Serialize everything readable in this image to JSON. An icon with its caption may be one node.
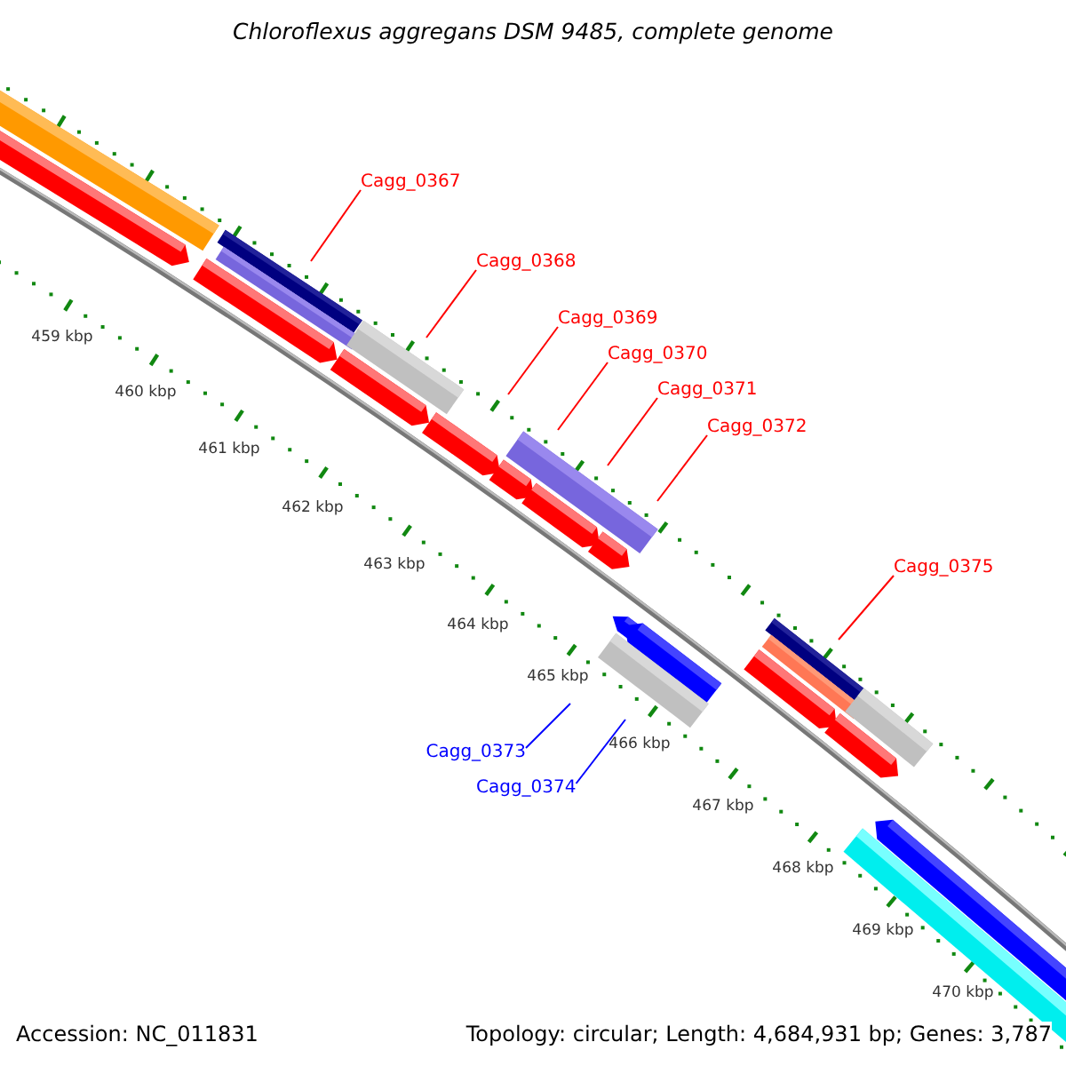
{
  "diagram": {
    "title": "Chloroflexus aggregans DSM 9485, complete genome",
    "nodes": [
      {
        "text": [
          "Cagg_0367"
        ]
      },
      {
        "text": [
          "Cagg_0368"
        ]
      },
      {
        "text": [
          "Cagg_0369"
        ]
      },
      {
        "text": [
          "Cagg_0370"
        ]
      },
      {
        "text": [
          "Cagg_0371"
        ]
      },
      {
        "text": [
          "Cagg_0372"
        ]
      },
      {
        "text": [
          "Cagg_0375"
        ]
      },
      {
        "text": [
          "Cagg_0373"
        ]
      },
      {
        "text": [
          "Cagg_0374"
        ]
      }
    ],
    "edges": [
      {
        "from": 0,
        "to": null,
        "arrow": "none"
      },
      {
        "from": 1,
        "to": null,
        "arrow": "none"
      },
      {
        "from": 2,
        "to": null,
        "arrow": "none"
      },
      {
        "from": 3,
        "to": null,
        "arrow": "none"
      },
      {
        "from": 4,
        "to": null,
        "arrow": "none"
      },
      {
        "from": 5,
        "to": null,
        "arrow": "none"
      },
      {
        "from": 6,
        "to": null,
        "arrow": "none"
      },
      {
        "from": 7,
        "to": null,
        "arrow": "none",
        "color": "#0000ff"
      },
      {
        "from": 8,
        "to": null,
        "arrow": "none",
        "color": "#0000ff"
      }
    ],
    "labels": [
      "459 kbp",
      "460 kbp",
      "461 kbp",
      "462 kbp",
      "463 kbp",
      "464 kbp",
      "465 kbp",
      "466 kbp",
      "467 kbp",
      "468 kbp",
      "469 kbp",
      "470 kbp",
      "Accession: NC_011831",
      "Topology: circular; Length: 4,684,931 bp; Genes: 3,787"
    ]
  }
}
